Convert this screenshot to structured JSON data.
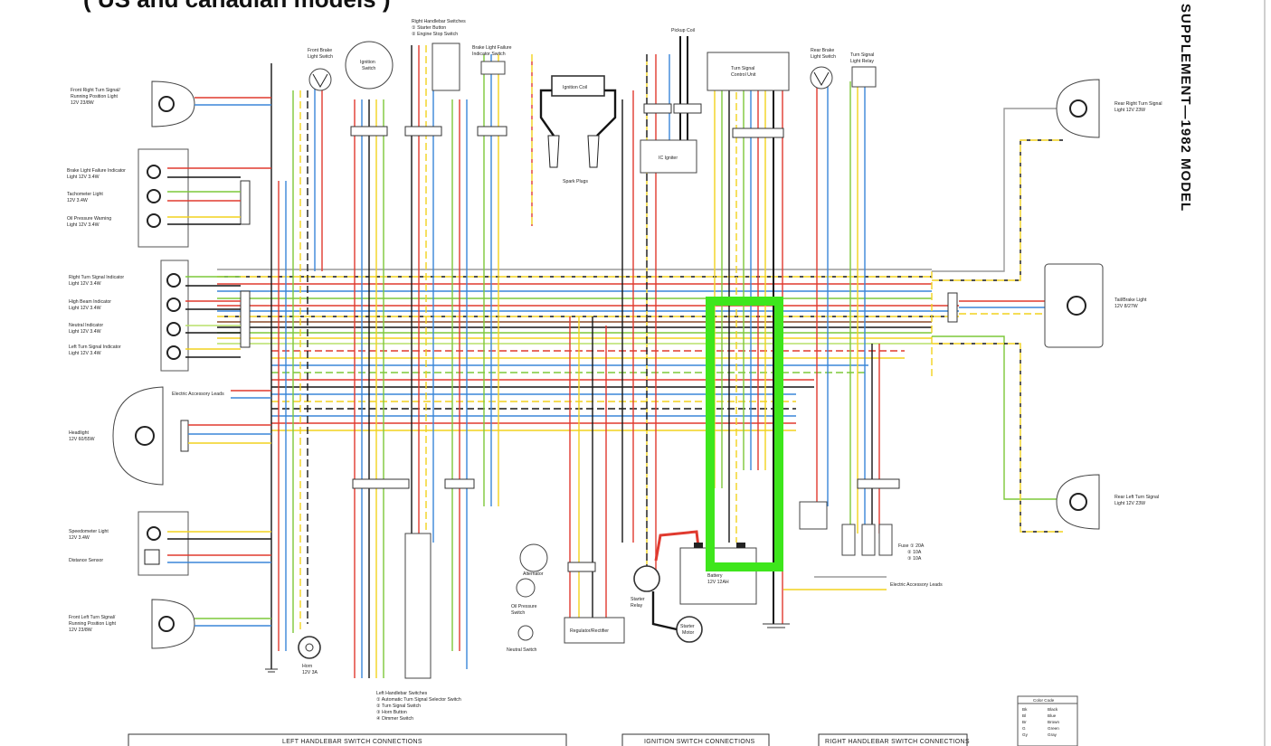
{
  "title": "( US and canadian models )",
  "side_title": "SUPPLEMENT—1982  MODEL",
  "colors": {
    "red": "#e03a2f",
    "blue": "#3a86d8",
    "yellow": "#f2d21e",
    "green": "#7dc83a",
    "black": "#151515",
    "brown": "#8a4a2a",
    "gray": "#9a9a9a",
    "lightgreen": "#b8e06a",
    "highlight": "#3ee61c"
  },
  "components": {
    "front_right_turn": [
      "Front Right Turn Signal/",
      "Running Position Light",
      "12V 23/8W"
    ],
    "brake_fail_ind": [
      "Brake Light Failure Indicator",
      "Light 12V 3.4W"
    ],
    "tacho_light": [
      "Tachometer Light",
      "12V 3.4W"
    ],
    "oil_warn": [
      "Oil Pressure Warning",
      "Light 12V 3.4W"
    ],
    "right_turn_ind": [
      "Right Turn Signal Indicator",
      "Light 12V 3.4W"
    ],
    "high_beam_ind": [
      "High Beam Indicator",
      "Light 12V 3.4W"
    ],
    "neutral_ind": [
      "Neutral Indicator",
      "Light 12V 3.4W"
    ],
    "left_turn_ind": [
      "Left Turn Signal Indicator",
      "Light 12V 3.4W"
    ],
    "elec_acc_left": "Electric Accessory Leads",
    "headlight": [
      "Headlight",
      "12V 60/55W"
    ],
    "speedo_light": [
      "Speedometer Light",
      "12V 3.4W"
    ],
    "distance_sensor": "Distance Sensor",
    "front_left_turn": [
      "Front Left Turn Signal/",
      "Running Position Light",
      "12V 23/8W"
    ],
    "front_brake_sw": [
      "Front Brake",
      "Light Switch"
    ],
    "ignition_sw": [
      "Ignition",
      "Switch"
    ],
    "right_hb_sw": [
      "Right Handlebar Switches",
      "① Starter Button",
      "② Engine Stop Switch"
    ],
    "brake_fail_sw": [
      "Brake Light Failure",
      "Indicator Switch"
    ],
    "pickup_coil": "Pickup Coil",
    "ignition_coil": "Ignition Coil",
    "spark_plugs": "Spark Plugs",
    "ic_igniter": "IC Igniter",
    "turn_signal_unit": [
      "Turn Signal",
      "Control Unit"
    ],
    "rear_brake_sw": [
      "Rear Brake",
      "Light Switch"
    ],
    "turn_relay": [
      "Turn Signal",
      "Light Relay"
    ],
    "rear_right_turn": [
      "Rear Right Turn Signal",
      "Light 12V 23W"
    ],
    "tail_brake": [
      "Tail/Brake Light",
      "12V 8/27W"
    ],
    "rear_left_turn": [
      "Rear Left Turn Signal",
      "Light 12V 23W"
    ],
    "fuse": [
      "Fuse ① 20A",
      "② 10A",
      "③ 10A"
    ],
    "elec_acc_right": "Electric Accessory Leads",
    "alternator": "Alternator",
    "oil_press_sw": [
      "Oil Pressure",
      "Switch"
    ],
    "neutral_sw": "Neutral Switch",
    "regulator": "Regulator/Rectifier",
    "starter_relay": [
      "Starter",
      "Relay"
    ],
    "battery": [
      "Battery",
      "12V 12AH"
    ],
    "starter_motor": [
      "Starter",
      "Motor"
    ],
    "horn": [
      "Horn",
      "12V 3A"
    ],
    "left_hb_sw": [
      "Left Handlebar Switches",
      "① Automatic Turn Signal Selector Switch",
      "② Turn Signal Switch",
      "③ Horn Button",
      "④ Dimmer Switch"
    ]
  },
  "color_code": {
    "title": "Color Code",
    "rows": [
      [
        "Bk",
        "Black"
      ],
      [
        "Bl",
        "Blue"
      ],
      [
        "Br",
        "Brown"
      ],
      [
        "G",
        "Green"
      ],
      [
        "Gy",
        "Gray"
      ]
    ]
  },
  "footer": {
    "left": "LEFT HANDLEBAR SWITCH CONNECTIONS",
    "mid": "IGNITION SWITCH CONNECTIONS",
    "right": "RIGHT HANDLEBAR SWITCH CONNECTIONS"
  }
}
